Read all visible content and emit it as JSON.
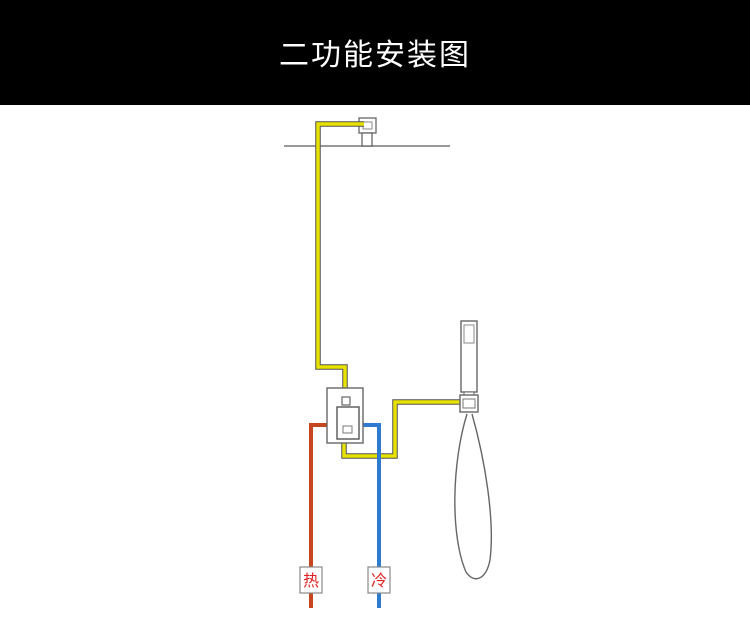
{
  "header": {
    "title": "二功能安装图"
  },
  "labels": {
    "hot": "热",
    "cold": "冷"
  },
  "colors": {
    "header_bg": "#000000",
    "header_text": "#ffffff",
    "pipe_mix": "#e8e200",
    "pipe_hot": "#c8461f",
    "pipe_cold": "#2e7bd0",
    "label_hot": "#e02020",
    "label_cold": "#e02020",
    "outline": "#666666"
  },
  "icons": {
    "shower_head": "overhead-shower-head-icon",
    "mixer_valve": "concealed-mixer-valve-icon",
    "hand_shower": "hand-shower-icon",
    "hose": "shower-hose-icon"
  }
}
